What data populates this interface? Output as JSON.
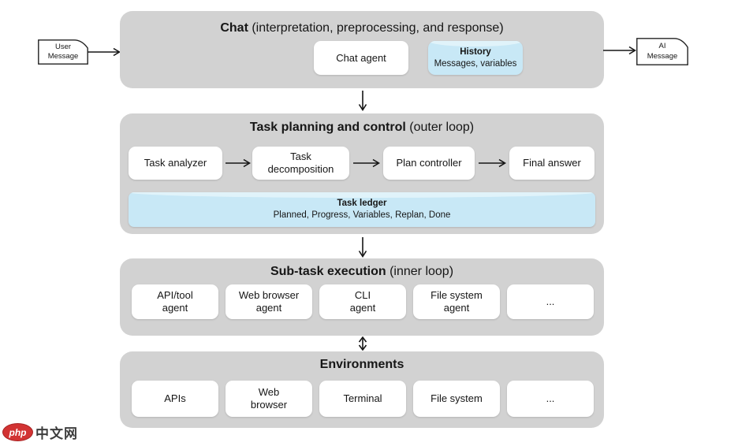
{
  "diagram": {
    "user_message": "User\nMessage",
    "ai_message": "AI\nMessage",
    "chat": {
      "title_bold": "Chat",
      "title_rest": " (interpretation, preprocessing, and response)",
      "agent": "Chat agent",
      "history_title": "History",
      "history_sub": "Messages, variables"
    },
    "planning": {
      "title_bold": "Task planning and control",
      "title_rest": " (outer loop)",
      "boxes": [
        "Task analyzer",
        "Task\ndecomposition",
        "Plan controller",
        "Final answer"
      ],
      "ledger_title": "Task ledger",
      "ledger_sub": "Planned, Progress, Variables, Replan, Done"
    },
    "subtask": {
      "title_bold": "Sub-task execution",
      "title_rest": " (inner loop)",
      "boxes": [
        "API/tool\nagent",
        "Web browser\nagent",
        "CLI\nagent",
        "File system\nagent",
        "..."
      ]
    },
    "environments": {
      "title_bold": "Environments",
      "boxes": [
        "APIs",
        "Web\nbrowser",
        "Terminal",
        "File system",
        "..."
      ]
    }
  },
  "watermark": {
    "php": "php",
    "cn": "中文网"
  },
  "colors": {
    "container_gray": "#d2d2d2",
    "highlight_blue": "#c8e8f6",
    "text_and_arrows": "#161616",
    "logo_red": "#d23333"
  }
}
